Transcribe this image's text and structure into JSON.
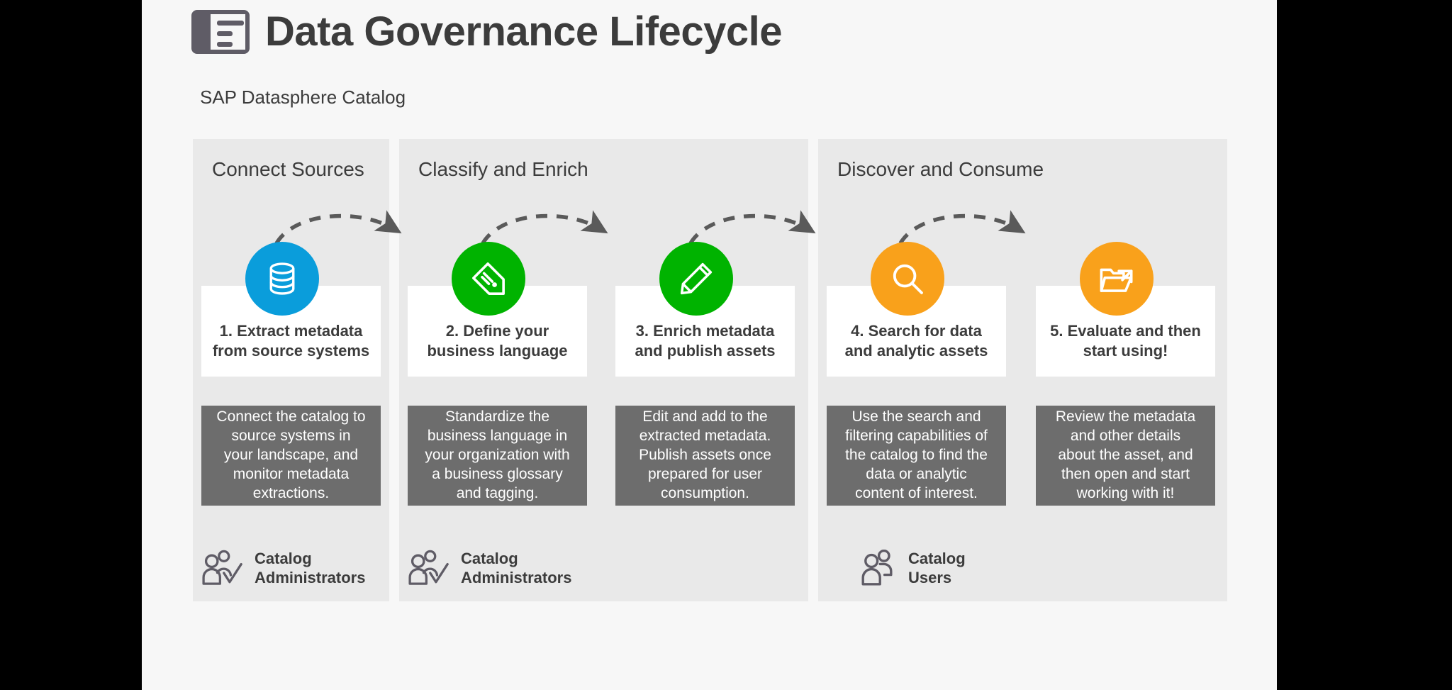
{
  "page": {
    "title": "Data Governance Lifecycle",
    "subtitle": "SAP Datasphere Catalog",
    "title_icon": "document-lines-icon",
    "canvas_bg": "#f7f7f7",
    "outside_bg": "#000000"
  },
  "colors": {
    "band": "#e9e9e9",
    "card": "#ffffff",
    "description": "#6d6d6d",
    "text_dark": "#3c3c3c",
    "text_light": "#ffffff",
    "blue": "#0a9ddb",
    "green": "#00b300",
    "orange": "#f9a11b",
    "arrow": "#5a5a5a"
  },
  "bands": [
    {
      "label": "Connect Sources"
    },
    {
      "label": "Classify and Enrich"
    },
    {
      "label": "Discover and Consume"
    }
  ],
  "steps": [
    {
      "number": "1",
      "icon": "database-icon",
      "circle_color": "#0a9ddb",
      "title": "1. Extract metadata\nfrom source systems",
      "description": "Connect the catalog to\nsource systems in\nyour landscape, and\nmonitor metadata\nextractions."
    },
    {
      "number": "2",
      "icon": "tag-icon",
      "circle_color": "#00b300",
      "title": "2. Define your\nbusiness language",
      "description": "Standardize the\nbusiness language in\nyour organization with\na business glossary\nand tagging."
    },
    {
      "number": "3",
      "icon": "pencil-icon",
      "circle_color": "#00b300",
      "title": "3. Enrich metadata\nand publish assets",
      "description": "Edit and add to the\nextracted metadata.\nPublish assets once\nprepared for user\nconsumption."
    },
    {
      "number": "4",
      "icon": "search-icon",
      "circle_color": "#f9a11b",
      "title": "4. Search for data\nand analytic assets",
      "description": "Use the search and\nfiltering capabilities of\nthe catalog to find the\ndata or analytic\ncontent of interest."
    },
    {
      "number": "5",
      "icon": "folder-open-arrow-icon",
      "circle_color": "#f9a11b",
      "title": "5. Evaluate and then\nstart using!",
      "description": "Review the metadata\nand other details\nabout the asset, and\nthen open and start\nworking with it!"
    }
  ],
  "personas": [
    {
      "icon": "users-check-icon",
      "label": "Catalog\nAdministrators"
    },
    {
      "icon": "users-check-icon",
      "label": "Catalog\nAdministrators"
    },
    {
      "icon": "users-icon",
      "label": "Catalog\nUsers"
    }
  ]
}
